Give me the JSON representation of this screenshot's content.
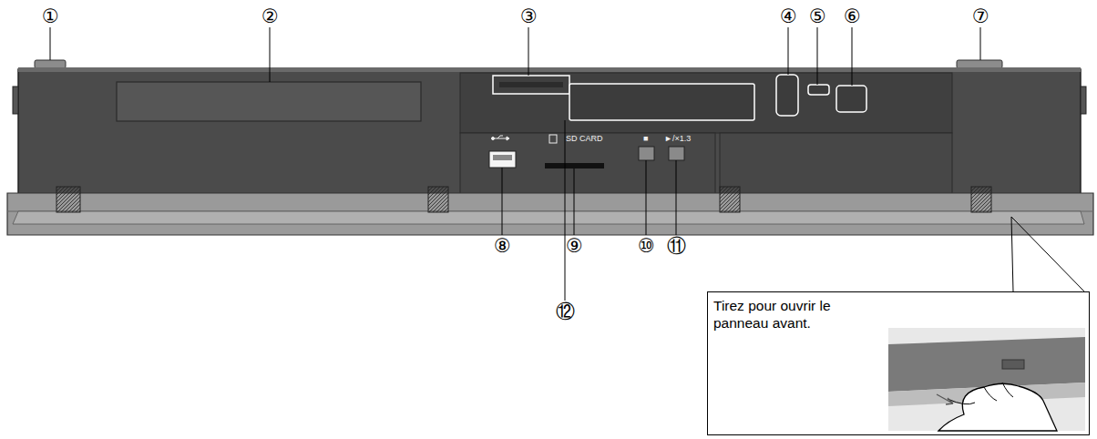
{
  "diagram": {
    "nodes": [
      {
        "text": [
          "Tirez pour ouvrir le panneau avant."
        ]
      }
    ],
    "labels": [
      "①",
      "②",
      "③",
      "④",
      "⑤",
      "⑥",
      "⑦",
      "⑧",
      "⑨",
      "⑩",
      "⑪",
      "⑫",
      "SD CARD",
      "■",
      "►/×1.3"
    ]
  }
}
